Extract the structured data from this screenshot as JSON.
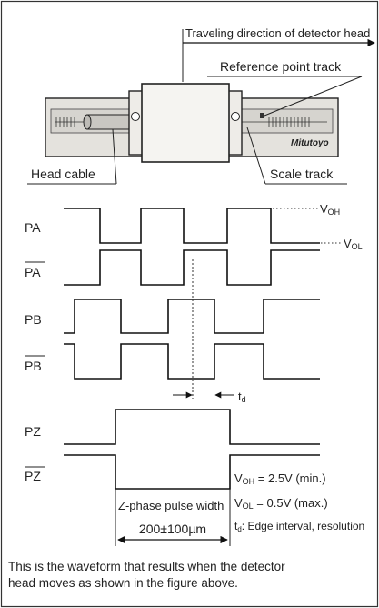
{
  "figure": {
    "labels": {
      "travel_direction": "Traveling direction of detector head",
      "reference_track": "Reference point track",
      "head_cable": "Head cable",
      "scale_track": "Scale track",
      "brand": "Mitutoyo"
    },
    "signals": {
      "pa": "PA",
      "pa_bar": "PA",
      "pb": "PB",
      "pb_bar": "PB",
      "pz": "PZ",
      "pz_bar": "PZ"
    },
    "levels": {
      "voh": "V",
      "voh_sub": "OH",
      "vol": "V",
      "vol_sub": "OL"
    },
    "edge_interval": {
      "t": "t",
      "sub": "d"
    },
    "z_pulse": {
      "label": "Z-phase pulse width",
      "value": "200±100µm"
    },
    "specs": {
      "voh_v": "V",
      "voh_sub": "OH",
      "voh_rest": " = 2.5V (min.)",
      "vol_v": "V",
      "vol_sub": "OL",
      "vol_rest": " = 0.5V (max.)",
      "td_t": "t",
      "td_sub": "d",
      "td_rest": ": Edge interval, resolution"
    },
    "caption_line1": "This is the waveform that results when the detector",
    "caption_line2": "head moves as shown in the figure above."
  }
}
